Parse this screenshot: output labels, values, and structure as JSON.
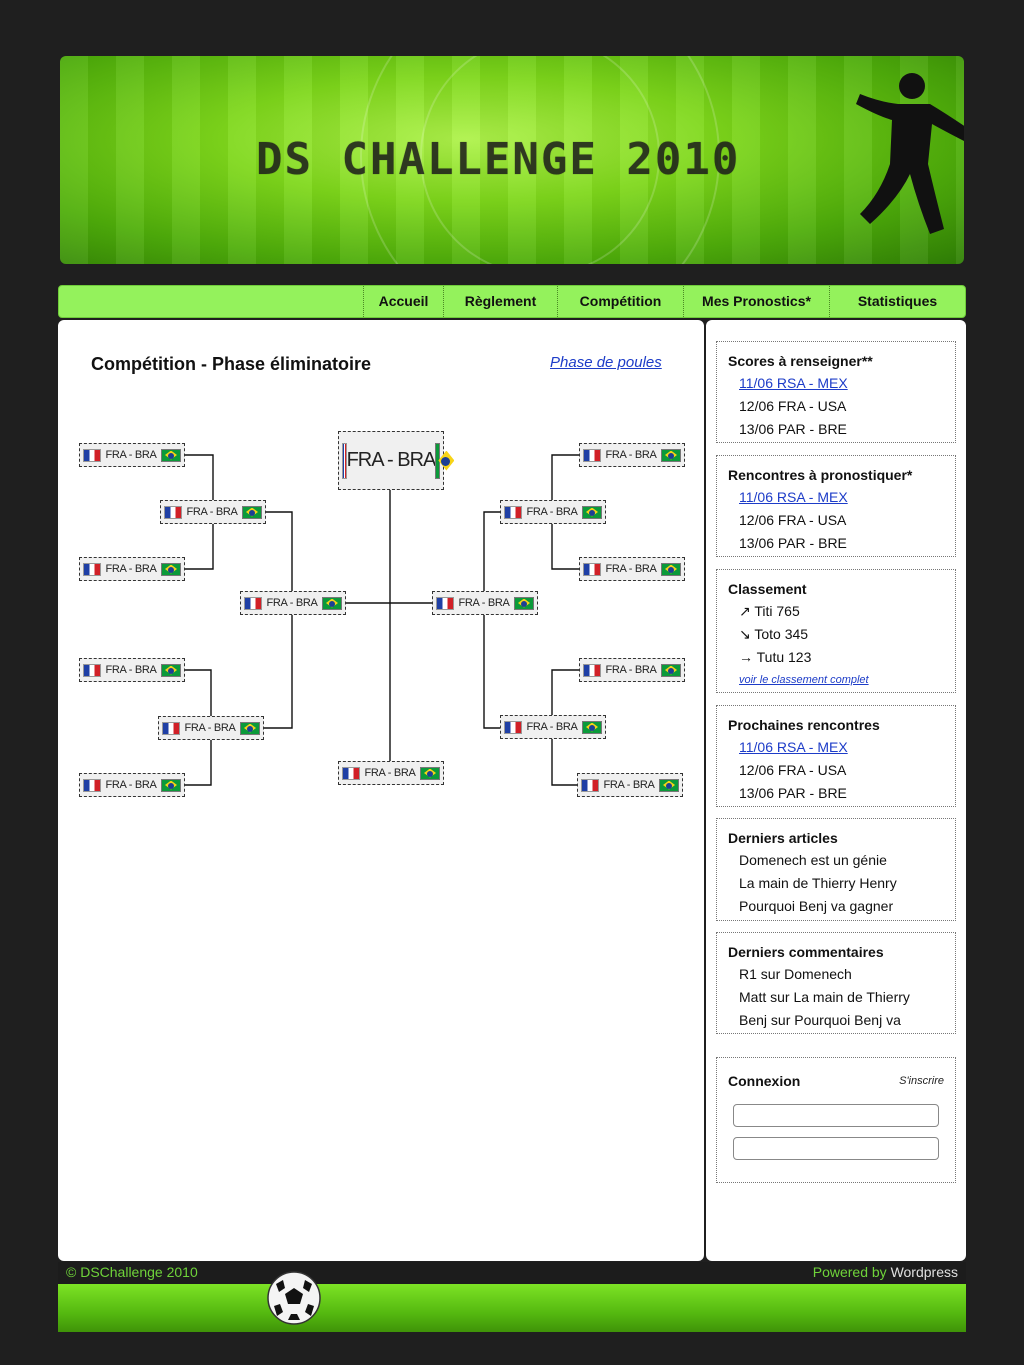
{
  "banner": {
    "title": "DS CHALLENGE 2010"
  },
  "nav": {
    "items": [
      "Accueil",
      "Règlement",
      "Compétition",
      "Mes Pronostics*",
      "Statistiques"
    ]
  },
  "main": {
    "title": "Compétition - Phase éliminatoire",
    "pool_link": "Phase de poules",
    "bracket": {
      "match_label": "FRA - BRA",
      "flags": {
        "home": "france-flag-icon",
        "away": "brazil-flag-icon"
      },
      "rounds": {
        "left": {
          "round_of_16": 4,
          "quarter_finals": 2,
          "semi_finals": 1
        },
        "right": {
          "round_of_16": 4,
          "quarter_finals": 2,
          "semi_finals": 1
        },
        "final": 1,
        "third_place": 1
      }
    }
  },
  "sidebar": {
    "scores": {
      "title": "Scores à renseigner**",
      "items": [
        "11/06 RSA - MEX",
        "12/06 FRA - USA",
        "13/06 PAR - BRE"
      ]
    },
    "predict": {
      "title": "Rencontres à pronostiquer*",
      "items": [
        "11/06 RSA - MEX",
        "12/06 FRA - USA",
        "13/06 PAR - BRE"
      ]
    },
    "ranking": {
      "title": "Classement",
      "items": [
        "↗ Titi 765",
        "↘ Toto 345",
        "→ Tutu 123"
      ],
      "full_link": "voir le classement complet"
    },
    "upcoming": {
      "title": "Prochaines rencontres",
      "items": [
        "11/06 RSA - MEX",
        "12/06 FRA - USA",
        "13/06 PAR - BRE"
      ]
    },
    "articles": {
      "title": "Derniers articles",
      "items": [
        "Domenech est un génie",
        "La main de Thierry Henry",
        "Pourquoi Benj va gagner"
      ]
    },
    "comments": {
      "title": "Derniers commentaires",
      "items": [
        "R1 sur Domenech",
        "Matt sur La main de Thierry",
        "Benj sur Pourquoi Benj va"
      ]
    },
    "login": {
      "title": "Connexion",
      "register": "S'inscrire"
    }
  },
  "footer": {
    "copyright": "© DSChallenge 2010",
    "powered_prefix": "Powered by",
    "powered_name": "Wordpress"
  },
  "colors": {
    "nav_bg": "#94f25c",
    "banner_green": "#7fd81b",
    "link": "#1d3cc8",
    "page_bg": "#1f1f1f"
  }
}
